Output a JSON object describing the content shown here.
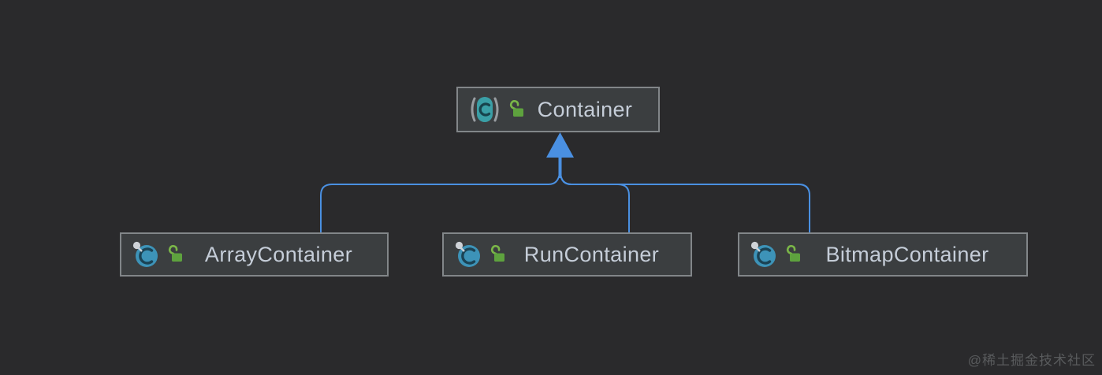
{
  "diagram": {
    "type": "uml-class-hierarchy",
    "nodes": [
      {
        "id": "container",
        "label": "Container",
        "stereotype": "abstract-class",
        "visibility": "public"
      },
      {
        "id": "array-container",
        "label": "ArrayContainer",
        "stereotype": "final-class",
        "visibility": "public"
      },
      {
        "id": "run-container",
        "label": "RunContainer",
        "stereotype": "final-class",
        "visibility": "public"
      },
      {
        "id": "bitmap-container",
        "label": "BitmapContainer",
        "stereotype": "final-class",
        "visibility": "public"
      }
    ],
    "relationships": [
      {
        "from": "ArrayContainer",
        "to": "Container",
        "type": "inheritance"
      },
      {
        "from": "RunContainer",
        "to": "Container",
        "type": "inheritance"
      },
      {
        "from": "BitmapContainer",
        "to": "Container",
        "type": "inheritance"
      }
    ],
    "colors": {
      "background": "#2a2a2c",
      "node_fill": "#3b3e40",
      "node_border": "#828689",
      "node_text": "#c5cdd8",
      "edge_blue": "#4a90e2",
      "class_icon_blue": "#3d93b8",
      "abstract_icon_teal": "#3a9fa6",
      "lock_green": "#5ea23e",
      "pin_grey": "#cfd3d8"
    }
  },
  "watermark": {
    "text": "@稀土掘金技术社区"
  }
}
